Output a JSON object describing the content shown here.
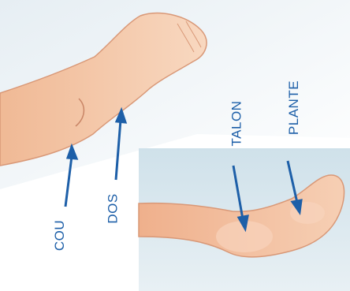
{
  "labels": {
    "cou": "COU",
    "dos": "DOS",
    "talon": "TALON",
    "plante": "PLANTE"
  },
  "colors": {
    "label": "#1d5fa8",
    "arrow": "#1d5fa8",
    "skin": "#f3c9a9",
    "skin_shadow": "#e6a889",
    "background_top": "#eef3f6",
    "background_bottom": "#d8e6ee"
  }
}
